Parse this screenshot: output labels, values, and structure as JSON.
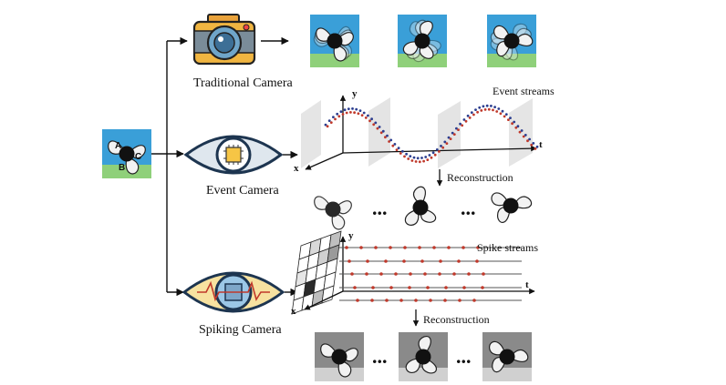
{
  "cameras": {
    "traditional": {
      "label": "Traditional Camera"
    },
    "event": {
      "label": "Event Camera",
      "streams_label": "Event streams",
      "reconstruction_label": "Reconstruction"
    },
    "spiking": {
      "label": "Spiking Camera",
      "streams_label": "Spike streams",
      "reconstruction_label": "Reconstruction"
    }
  },
  "axes": {
    "y": "y",
    "x": "x",
    "t": "t"
  },
  "fan_letters": [
    "A",
    "B",
    "C"
  ],
  "ellipsis": "..."
}
